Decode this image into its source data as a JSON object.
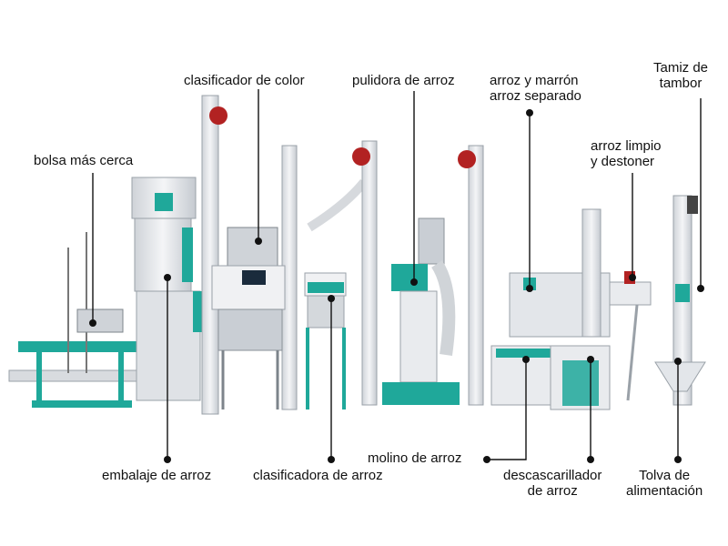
{
  "labels": {
    "color_sorter": "clasificador de color",
    "rice_polisher": "pulidora de arroz",
    "brown_rice_separator": [
      "arroz y marrón",
      "arroz separado"
    ],
    "drum_sieve": [
      "Tamiz de",
      "tambor"
    ],
    "bag_closer": "bolsa más cerca",
    "destoner": [
      "arroz limpio",
      "y destoner"
    ],
    "rice_mill": "molino de arroz",
    "rice_packing": "embalaje de arroz",
    "rice_grader": "clasificadora de arroz",
    "husker": [
      "descascarillador",
      "de arroz"
    ],
    "feed_hopper": [
      "Tolva de",
      "alimentación"
    ]
  },
  "colors": {
    "accent": "#1fa89a",
    "machine_body": "#e9ebee",
    "machine_shade": "#c9ced4",
    "pulley": "#b22222",
    "leader_line": "#111111",
    "marker": "#111111"
  }
}
